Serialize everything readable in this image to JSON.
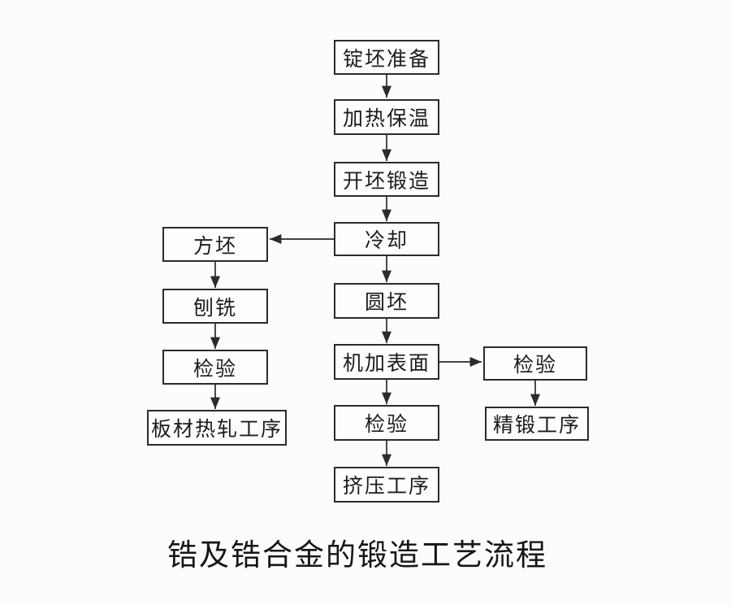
{
  "diagram": {
    "caption": "锆及锆合金的锻造工艺流程",
    "nodes": [
      {
        "id": "ingot-preparation",
        "label": "锭坯准备"
      },
      {
        "id": "heating-holding",
        "label": "加热保温"
      },
      {
        "id": "billet-forging",
        "label": "开坯锻造"
      },
      {
        "id": "cooling",
        "label": "冷却"
      },
      {
        "id": "square-billet",
        "label": "方坯"
      },
      {
        "id": "round-billet",
        "label": "圆坯"
      },
      {
        "id": "planing-milling",
        "label": "刨铣"
      },
      {
        "id": "inspection-left",
        "label": "检验"
      },
      {
        "id": "surface-machining",
        "label": "机加表面"
      },
      {
        "id": "inspection-right",
        "label": "检验"
      },
      {
        "id": "plate-hot-rolling-process",
        "label": "板材热轧工序"
      },
      {
        "id": "inspection-middle",
        "label": "检验"
      },
      {
        "id": "precision-forging-process",
        "label": "精锻工序"
      },
      {
        "id": "extrusion-process",
        "label": "挤压工序"
      }
    ],
    "edges": [
      {
        "from": "ingot-preparation",
        "to": "heating-holding"
      },
      {
        "from": "heating-holding",
        "to": "billet-forging"
      },
      {
        "from": "billet-forging",
        "to": "cooling"
      },
      {
        "from": "cooling",
        "to": "square-billet"
      },
      {
        "from": "cooling",
        "to": "round-billet"
      },
      {
        "from": "square-billet",
        "to": "planing-milling"
      },
      {
        "from": "planing-milling",
        "to": "inspection-left"
      },
      {
        "from": "inspection-left",
        "to": "plate-hot-rolling-process"
      },
      {
        "from": "round-billet",
        "to": "surface-machining"
      },
      {
        "from": "surface-machining",
        "to": "inspection-right"
      },
      {
        "from": "surface-machining",
        "to": "inspection-middle"
      },
      {
        "from": "inspection-right",
        "to": "precision-forging-process"
      },
      {
        "from": "inspection-middle",
        "to": "extrusion-process"
      }
    ],
    "colors": {
      "ink": "#2b2b2b",
      "paper": "#fcfcfc",
      "box_fill": "#fdfdfd",
      "text": "#1c1c1c"
    }
  }
}
